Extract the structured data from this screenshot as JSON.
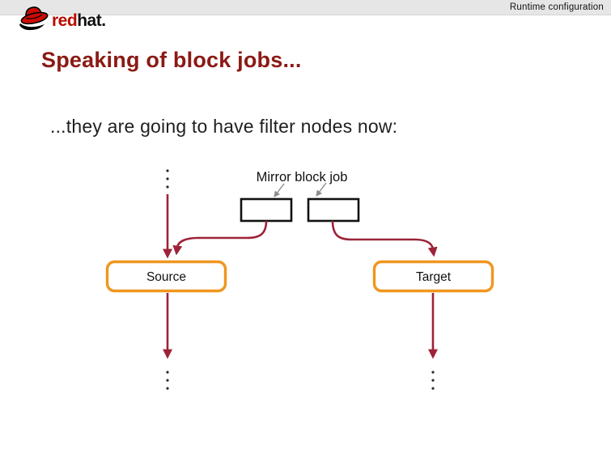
{
  "header": {
    "label": "Runtime configuration"
  },
  "logo": {
    "red": "red",
    "hat": "hat."
  },
  "slide": {
    "title": "Speaking of block jobs...",
    "body": "...they are going to have filter nodes now:"
  },
  "diagram": {
    "mirror_label": "Mirror block job",
    "source_label": "Source",
    "target_label": "Target"
  },
  "colors": {
    "topbar_gray": "#e6e6e6",
    "title_maroon": "#8b1a14",
    "arrow_red": "#9d2338",
    "node_orange": "#f0961e",
    "box_black": "#111111",
    "gray_arrow": "#8c8c8c",
    "logo_red": "#bb0a02"
  }
}
